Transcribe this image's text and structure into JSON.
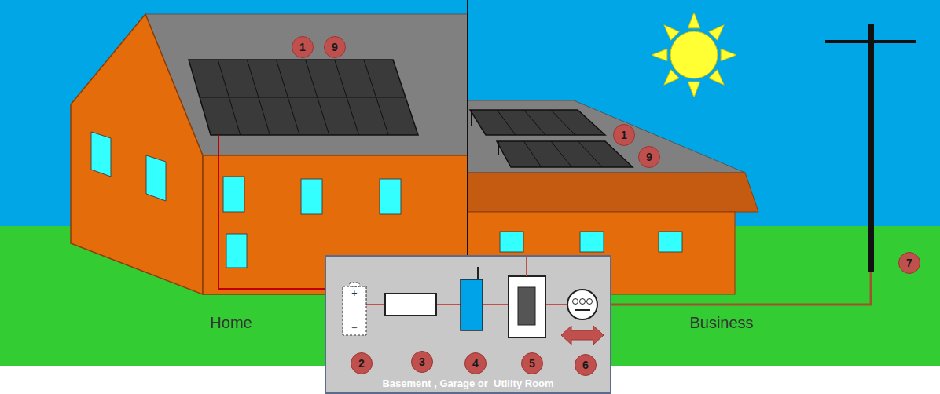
{
  "diagram": {
    "nodes": [
      {
        "text": [
          "1"
        ]
      },
      {
        "text": [
          "9"
        ]
      },
      {
        "text": [
          "1"
        ]
      },
      {
        "text": [
          "9"
        ]
      },
      {
        "text": [
          "7"
        ]
      },
      {
        "text": [
          "Basement , Garage or  Utility Room"
        ]
      },
      {
        "text": [
          "2"
        ],
        "in": 5
      },
      {
        "text": [
          "3"
        ],
        "in": 5
      },
      {
        "text": [
          "4"
        ],
        "in": 5
      },
      {
        "text": [
          "5"
        ],
        "in": 5
      },
      {
        "text": [
          "6"
        ],
        "in": 5
      }
    ],
    "labels": [
      "Home",
      "Business"
    ]
  }
}
